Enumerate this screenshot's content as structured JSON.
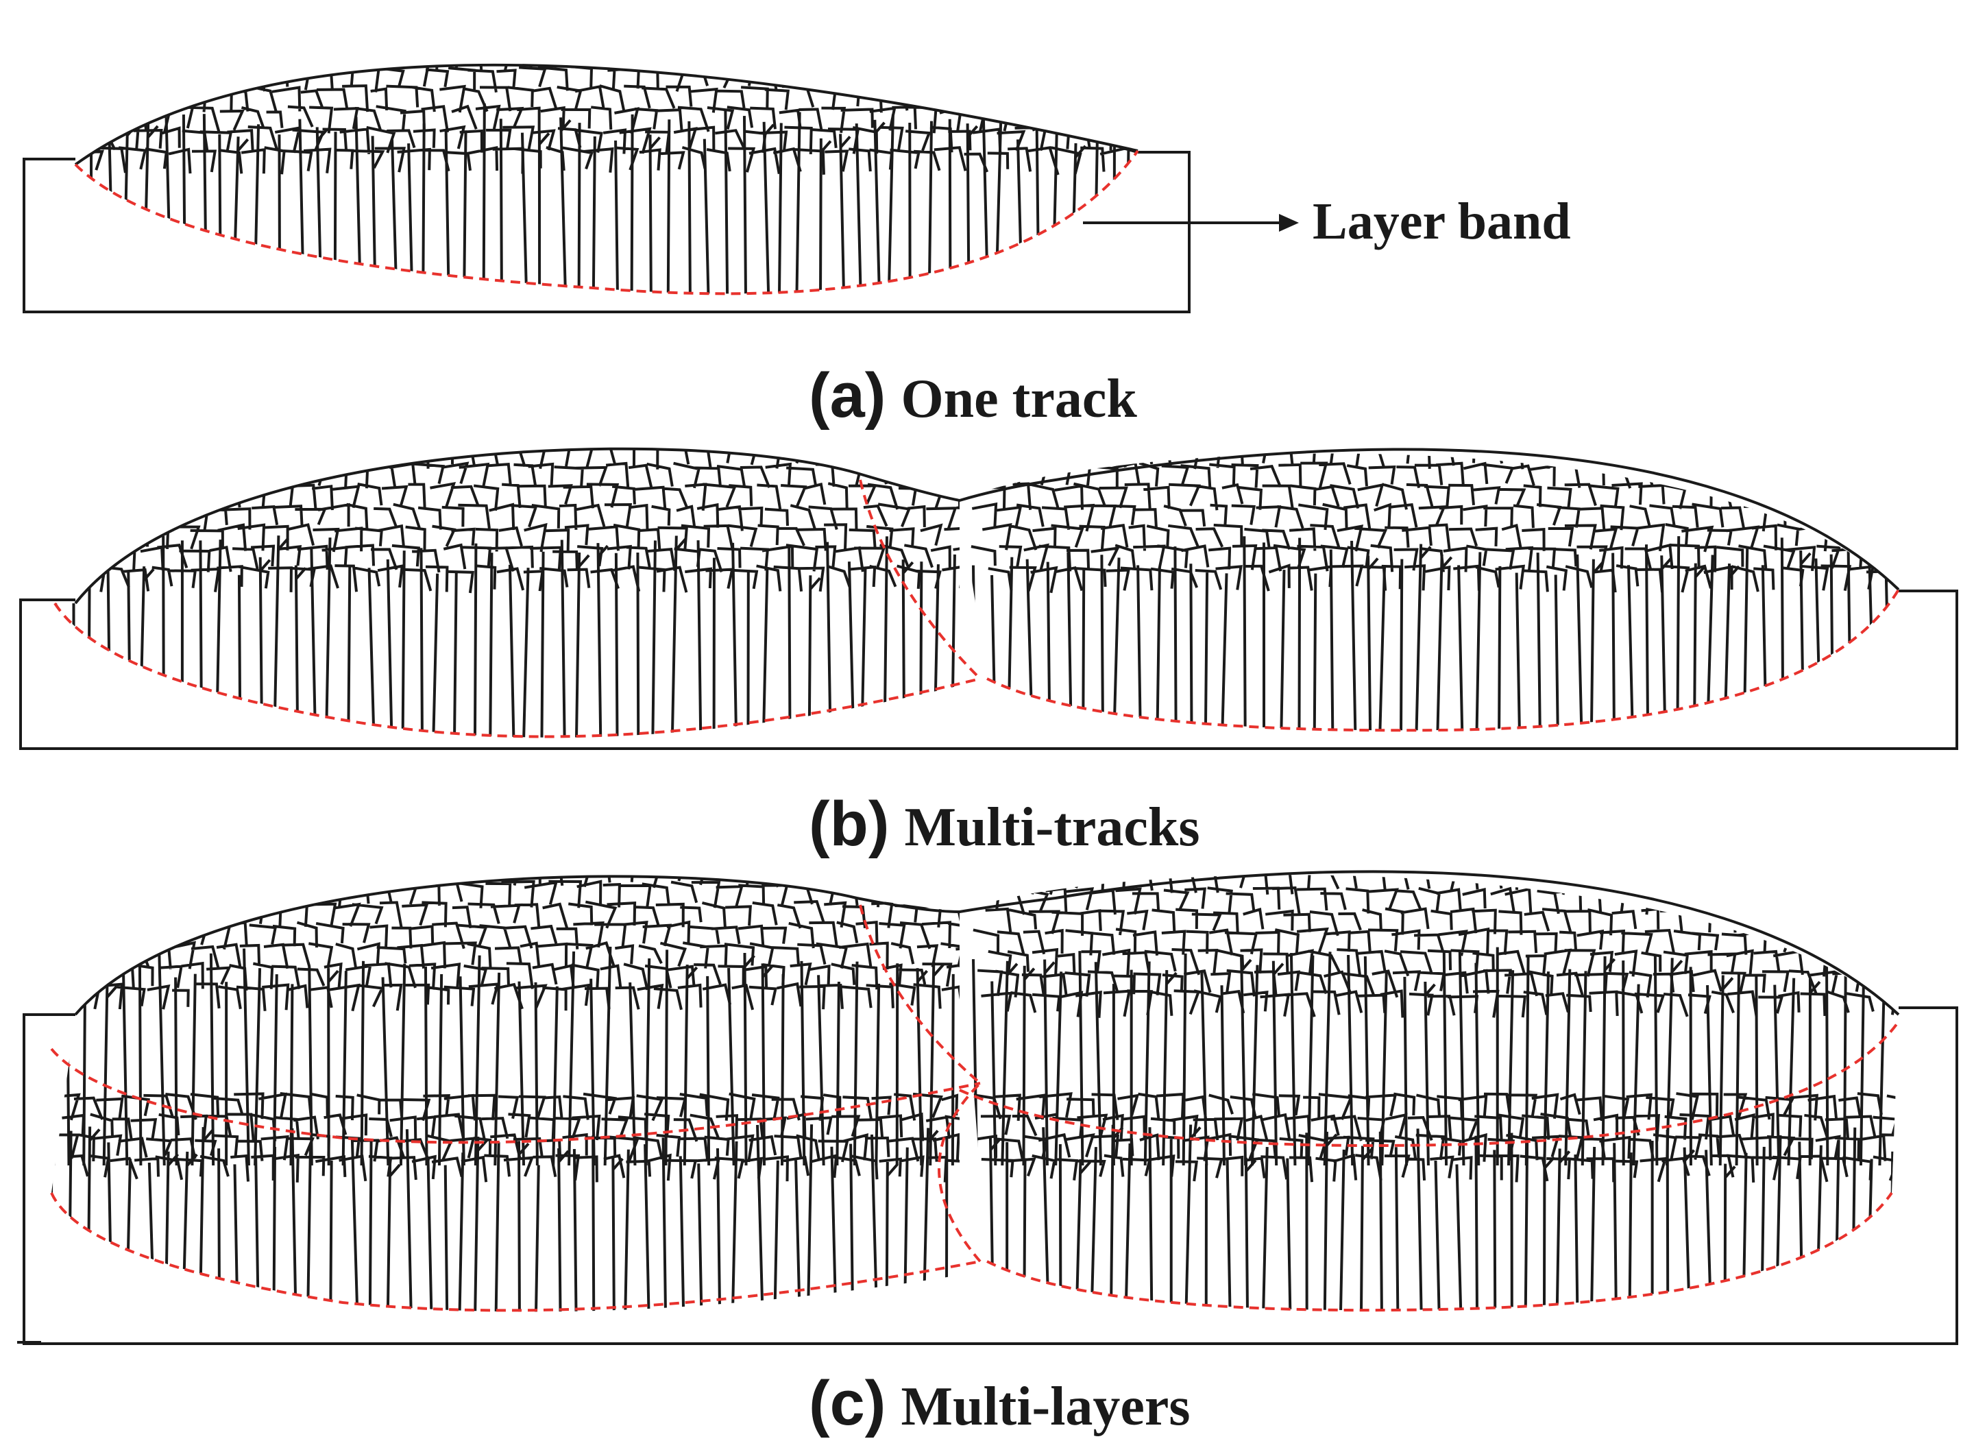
{
  "labels": {
    "layer_band": "Layer band"
  },
  "captions": {
    "a": {
      "letter": "(a)",
      "text": "One track"
    },
    "b": {
      "letter": "(b)",
      "text": "Multi-tracks"
    },
    "c": {
      "letter": "(c)",
      "text": "Multi-layers"
    }
  },
  "colors": {
    "outline": "#1a1a1a",
    "boundary": "#e8322d",
    "background": "#ffffff"
  }
}
